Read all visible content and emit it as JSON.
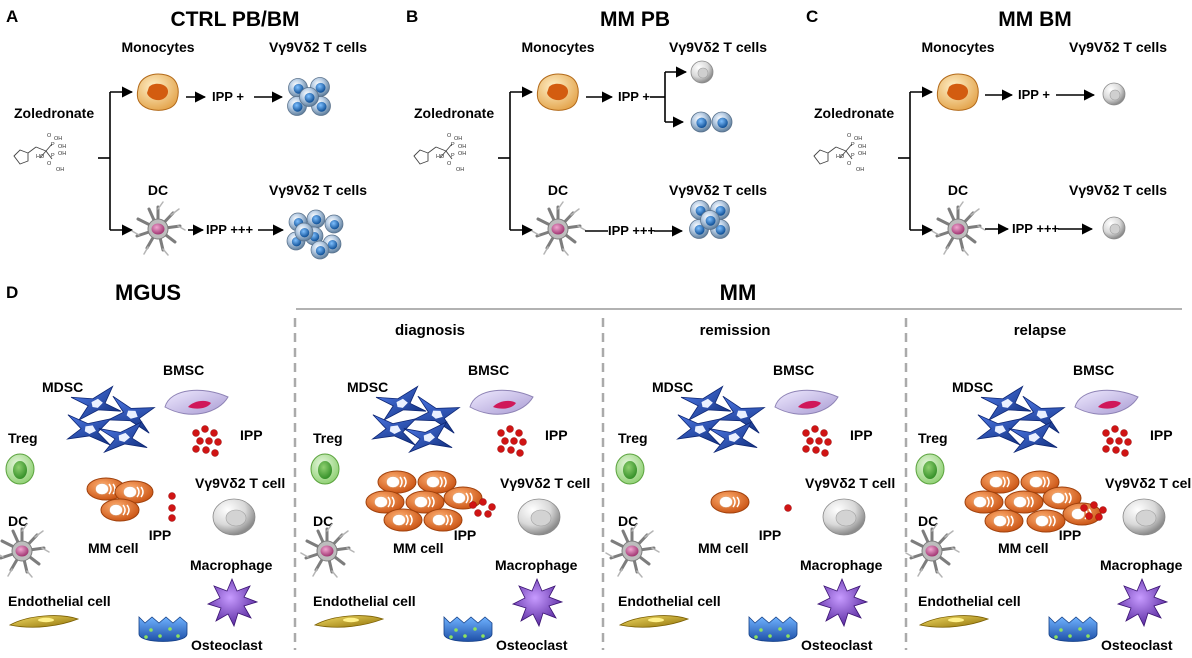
{
  "top_panels": [
    {
      "letter": "A",
      "title": "CTRL PB/BM",
      "drug": "Zoledronate",
      "mono_label": "Monocytes",
      "dc_label": "DC",
      "t_label_top": "Vγ9Vδ2 T cells",
      "t_label_bottom": "Vγ9Vδ2 T cells",
      "ipp_top": "IPP +",
      "ipp_bottom": "IPP +++",
      "chem": [
        "OH",
        "P",
        "O",
        "OH",
        "HO",
        "P",
        "OH",
        "O",
        "OH"
      ]
    },
    {
      "letter": "B",
      "title": "MM PB",
      "drug": "Zoledronate",
      "mono_label": "Monocytes",
      "dc_label": "DC",
      "t_label_top": "Vγ9Vδ2 T cells",
      "t_label_bottom": "Vγ9Vδ2 T cells",
      "ipp_top": "IPP +",
      "ipp_bottom": "IPP +++",
      "chem": [
        "OH",
        "P",
        "O",
        "OH",
        "HO",
        "P",
        "OH",
        "O",
        "OH"
      ]
    },
    {
      "letter": "C",
      "title": "MM BM",
      "drug": "Zoledronate",
      "mono_label": "Monocytes",
      "dc_label": "DC",
      "t_label_top": "Vγ9Vδ2 T cells",
      "t_label_bottom": "Vγ9Vδ2 T cells",
      "ipp_top": "IPP +",
      "ipp_bottom": "IPP +++",
      "chem": [
        "OH",
        "P",
        "O",
        "OH",
        "HO",
        "P",
        "OH",
        "O",
        "OH"
      ]
    }
  ],
  "bottom": {
    "letter": "D",
    "mgus_title": "MGUS",
    "mm_title": "MM",
    "stages": [
      "diagnosis",
      "remission",
      "relapse"
    ],
    "labels": {
      "mdsc": "MDSC",
      "bmsc": "BMSC",
      "treg": "Treg",
      "ipp": "IPP",
      "t_cell": "Vγ9Vδ2 T cell",
      "dc": "DC",
      "mm_cell": "MM cell",
      "macrophage": "Macrophage",
      "endothelial": "Endothelial cell",
      "osteoclast": "Osteoclast"
    }
  },
  "colors": {
    "t_cell_blue": "#1f6fb8",
    "mdsc_blue": "#1c3fb5",
    "treg_green": "#7ccf5f",
    "mm_orange": "#e06a1a",
    "ipp_red": "#d01414",
    "macrophage_purple": "#6a2fb0",
    "endothelial_gold": "#c9a21a",
    "osteoclast_blue": "#2d68c8",
    "bmsc_lavender": "#c9bde6",
    "bmsc_nucleus": "#d0185a",
    "dc_gray": "#8a8a8a",
    "monocyte_orange": "#e39a3a"
  }
}
